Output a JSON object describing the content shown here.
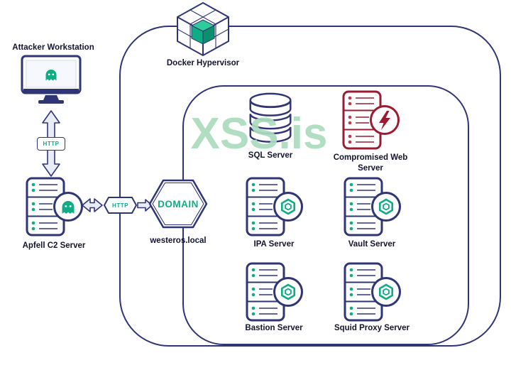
{
  "watermark": "XSS.is",
  "nodes": {
    "attacker": {
      "label": "Attacker Workstation"
    },
    "docker": {
      "label": "Docker Hypervisor"
    },
    "apfell": {
      "label": "Apfell C2 Server"
    },
    "domain": {
      "label": "DOMAIN",
      "domain_name": "westeros.local"
    },
    "sql": {
      "label": "SQL Server"
    },
    "compromised": {
      "label": "Compromised Web Server"
    },
    "ipa": {
      "label": "IPA Server"
    },
    "vault": {
      "label": "Vault Server"
    },
    "bastion": {
      "label": "Bastion Server"
    },
    "squid": {
      "label": "Squid Proxy Server"
    }
  },
  "edges": {
    "http_vertical": {
      "label": "HTTP"
    },
    "http_link": {
      "label": "HTTP"
    }
  },
  "colors": {
    "indigo": "#303575",
    "green": "#10ac84",
    "red": "#9b1c31",
    "watermark_green": "#abdcbd",
    "arrow_fill": "#e9ebf7"
  }
}
